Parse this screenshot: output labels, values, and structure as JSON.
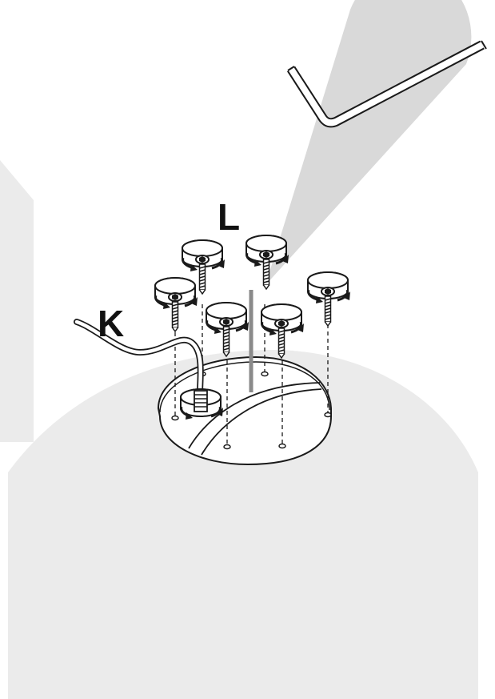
{
  "figure": {
    "callouts": {
      "cable_label": "K",
      "screw_label": "L"
    },
    "colors": {
      "ink": "#1a1a1a",
      "background_shape": "#ebebeb",
      "highlight_beam": "#d9d9d9",
      "rod": "#8a8a8a",
      "part_fill": "#ffffff"
    },
    "icons": [
      "allen-key-icon",
      "cap-screw-icon",
      "rotation-arrow-icon",
      "cable-gland-icon",
      "base-plate-icon"
    ],
    "screw_count": 6
  }
}
